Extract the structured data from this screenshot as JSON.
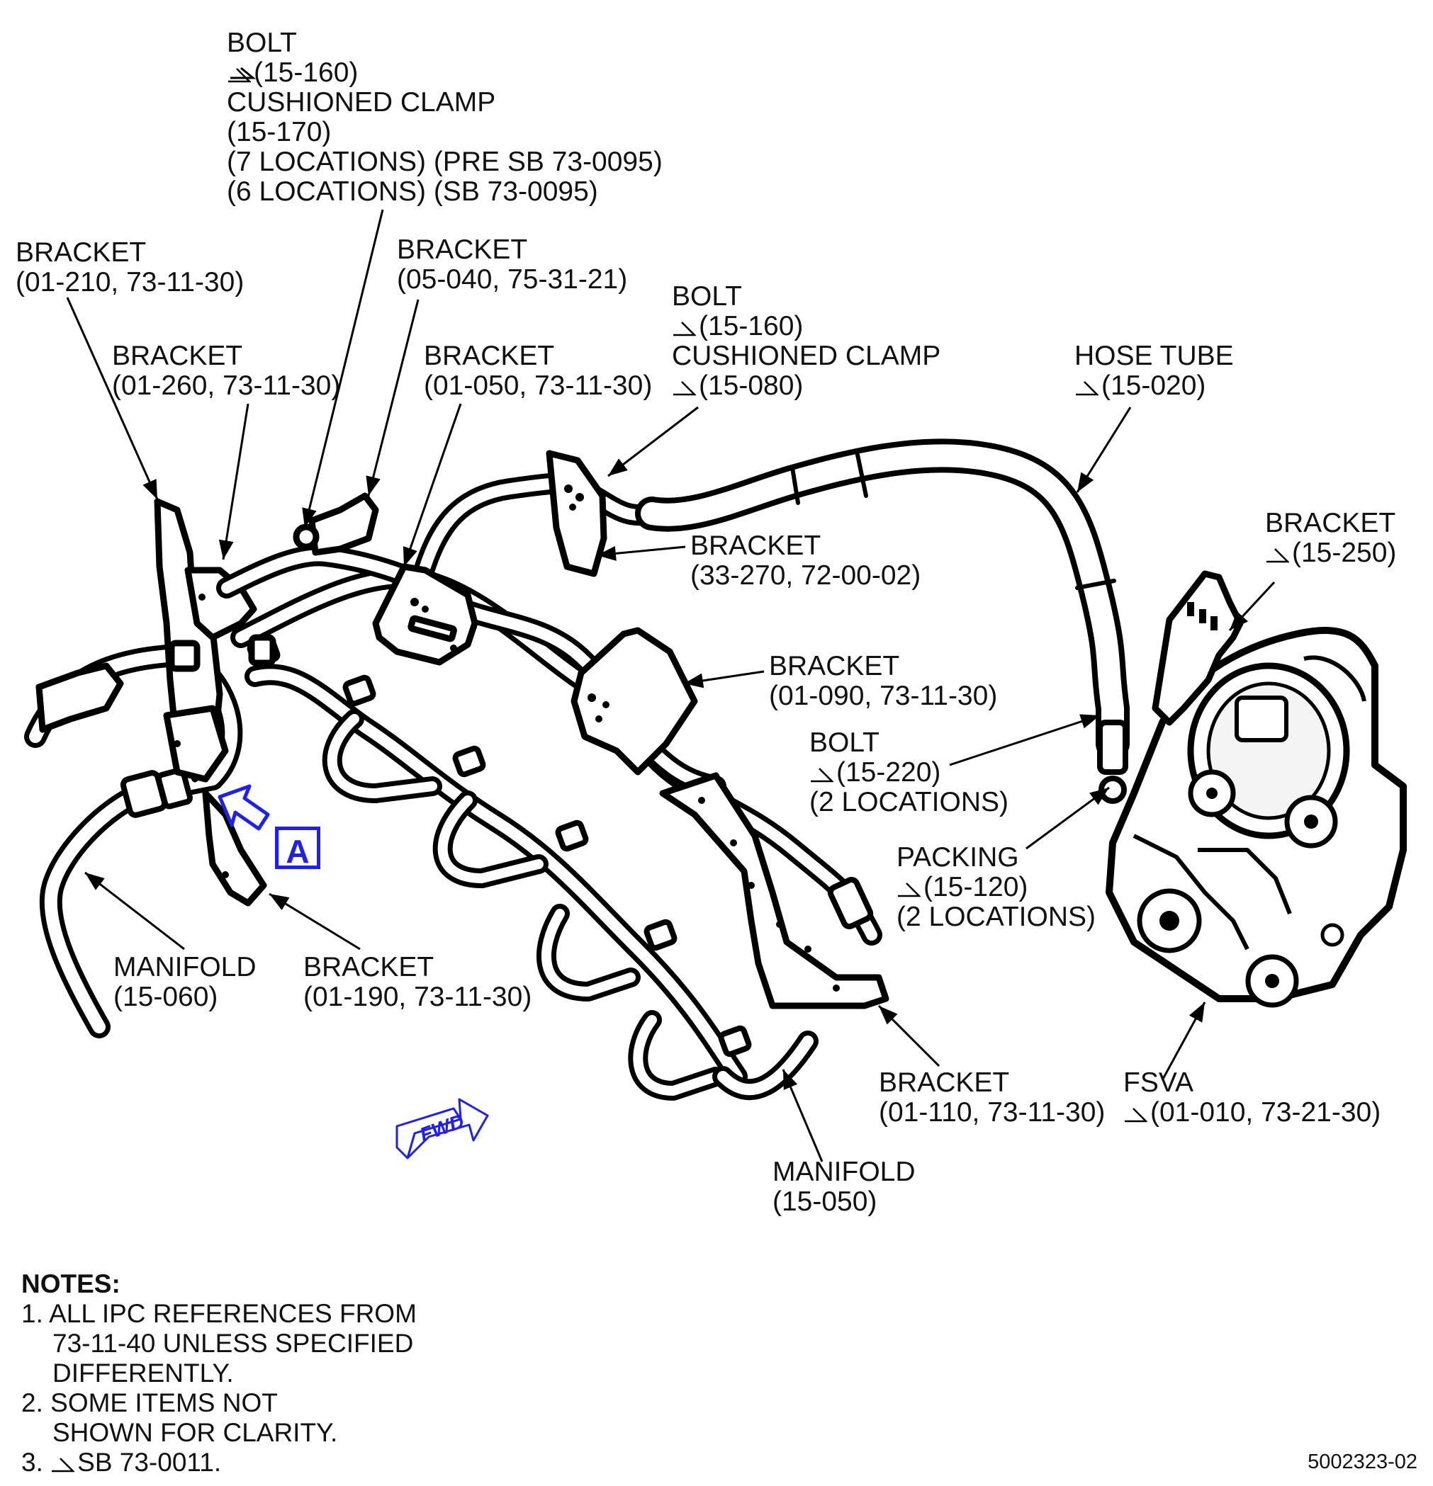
{
  "callouts": {
    "bolt_cushioned_clamp_top": {
      "lines": [
        "BOLT",
        "(15-160)",
        "CUSHIONED CLAMP",
        "(15-170)",
        "(7 LOCATIONS) (PRE SB 73-0095)",
        "(6 LOCATIONS) (SB 73-0095)"
      ],
      "flagged_line": 1
    },
    "bracket_01_210": {
      "lines": [
        "BRACKET",
        "(01-210, 73-11-30)"
      ]
    },
    "bracket_05_040": {
      "lines": [
        "BRACKET",
        "(05-040, 75-31-21)"
      ]
    },
    "bracket_01_260": {
      "lines": [
        "BRACKET",
        "(01-260, 73-11-30)"
      ]
    },
    "bracket_01_050": {
      "lines": [
        "BRACKET",
        "(01-050, 73-11-30)"
      ]
    },
    "bolt_cushioned_clamp_mid": {
      "lines": [
        "BOLT",
        "(15-160)",
        "CUSHIONED CLAMP",
        "(15-080)"
      ],
      "flagged_lines": [
        1,
        3
      ]
    },
    "hose_tube": {
      "lines": [
        "HOSE TUBE",
        "(15-020)"
      ],
      "flagged_line": 1
    },
    "bracket_15_250": {
      "lines": [
        "BRACKET",
        "(15-250)"
      ],
      "flagged_line": 1
    },
    "bracket_33_270": {
      "lines": [
        "BRACKET",
        "(33-270, 72-00-02)"
      ]
    },
    "bracket_01_090": {
      "lines": [
        "BRACKET",
        "(01-090, 73-11-30)"
      ]
    },
    "bolt_15_220": {
      "lines": [
        "BOLT",
        "(15-220)",
        "(2 LOCATIONS)"
      ],
      "flagged_line": 1
    },
    "packing_15_120": {
      "lines": [
        "PACKING",
        "(15-120)",
        "(2 LOCATIONS)"
      ],
      "flagged_line": 1
    },
    "manifold_15_060": {
      "lines": [
        "MANIFOLD",
        "(15-060)"
      ]
    },
    "bracket_01_190": {
      "lines": [
        "BRACKET",
        "(01-190, 73-11-30)"
      ]
    },
    "bracket_01_110": {
      "lines": [
        "BRACKET",
        "(01-110, 73-11-30)"
      ]
    },
    "fsva": {
      "lines": [
        "FSVA",
        "(01-010, 73-21-30)"
      ],
      "flagged_line": 1
    },
    "manifold_15_050": {
      "lines": [
        "MANIFOLD",
        "(15-050)"
      ]
    }
  },
  "view_marker": {
    "label": "A",
    "color": "#1f1ff0"
  },
  "fwd_arrow": {
    "label": "FWD",
    "color": "#1f1ff0"
  },
  "notes": {
    "heading": "NOTES:",
    "items": [
      {
        "num": "1.",
        "lines": [
          "ALL IPC REFERENCES FROM",
          "73-11-40 UNLESS SPECIFIED",
          "DIFFERENTLY."
        ]
      },
      {
        "num": "2.",
        "lines": [
          "SOME ITEMS NOT",
          "SHOWN FOR CLARITY."
        ]
      },
      {
        "num": "3.",
        "lines": [
          "SB 73-0011."
        ],
        "flagged": true
      }
    ]
  },
  "drawing_number": "5002323-02"
}
